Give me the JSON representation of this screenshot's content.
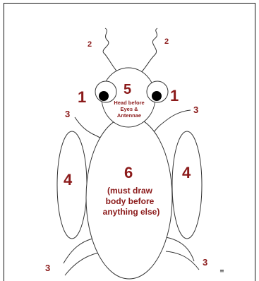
{
  "eyes": {
    "number": "1"
  },
  "antennae": {
    "number": "2"
  },
  "legs": {
    "number": "3"
  },
  "wings": {
    "number": "4"
  },
  "head": {
    "number": "5",
    "note_lines": [
      "Head before",
      "Eyes &",
      "Antennae"
    ]
  },
  "body": {
    "number": "6",
    "note_lines": [
      "(must draw",
      "body before",
      "anything else)"
    ]
  },
  "corner_mark": "≡"
}
